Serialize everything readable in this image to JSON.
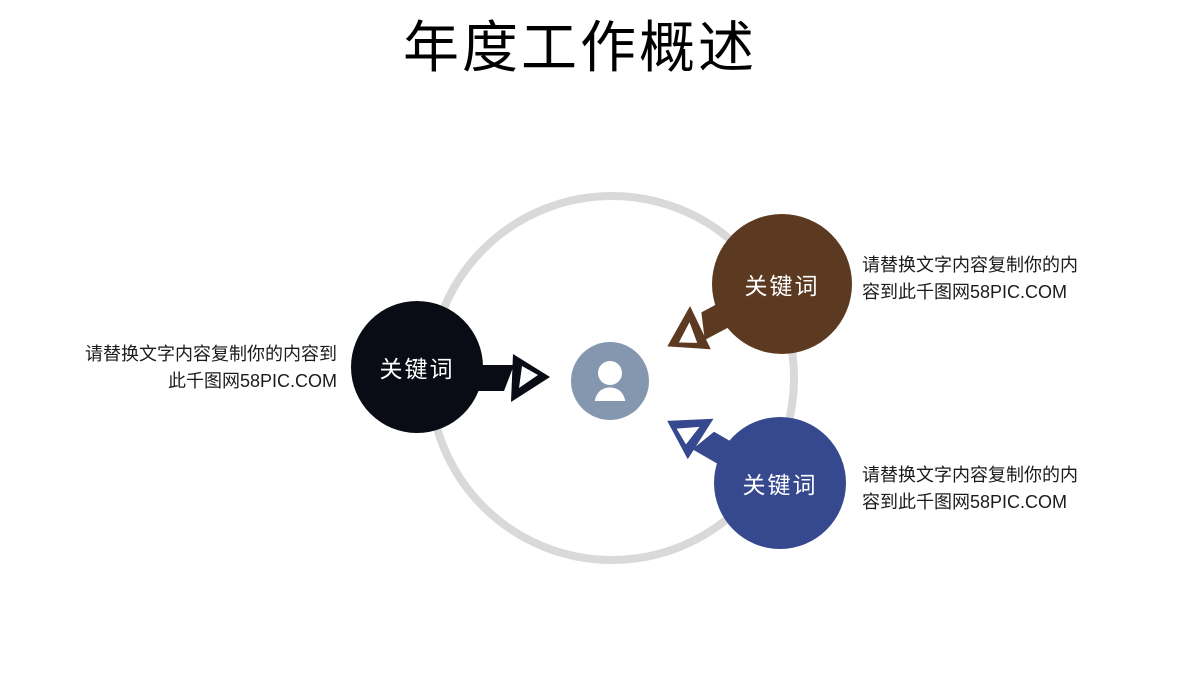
{
  "slide": {
    "title": "年度工作概述",
    "background_color": "#ffffff",
    "title_color": "#000000"
  },
  "diagram": {
    "ring_color": "#d9d9d9",
    "center": {
      "icon": "person-icon",
      "color": "#8597af",
      "icon_color": "#ffffff"
    },
    "nodes": [
      {
        "position": "left",
        "label": "关键词",
        "color": "#0a0c15",
        "arrow_direction": "pointing-right-toward-center",
        "description": "请替换文字内容复制你的内容到此千图网58PIC.COM"
      },
      {
        "position": "top-right",
        "label": "关键词",
        "color": "#5c3a21",
        "arrow_direction": "pointing-down-left-toward-center",
        "description": "请替换文字内容复制你的内容到此千图网58PIC.COM"
      },
      {
        "position": "bottom-right",
        "label": "关键词",
        "color": "#36498f",
        "arrow_direction": "pointing-up-left-toward-center",
        "description": "请替换文字内容复制你的内容到此千图网58PIC.COM"
      }
    ]
  }
}
